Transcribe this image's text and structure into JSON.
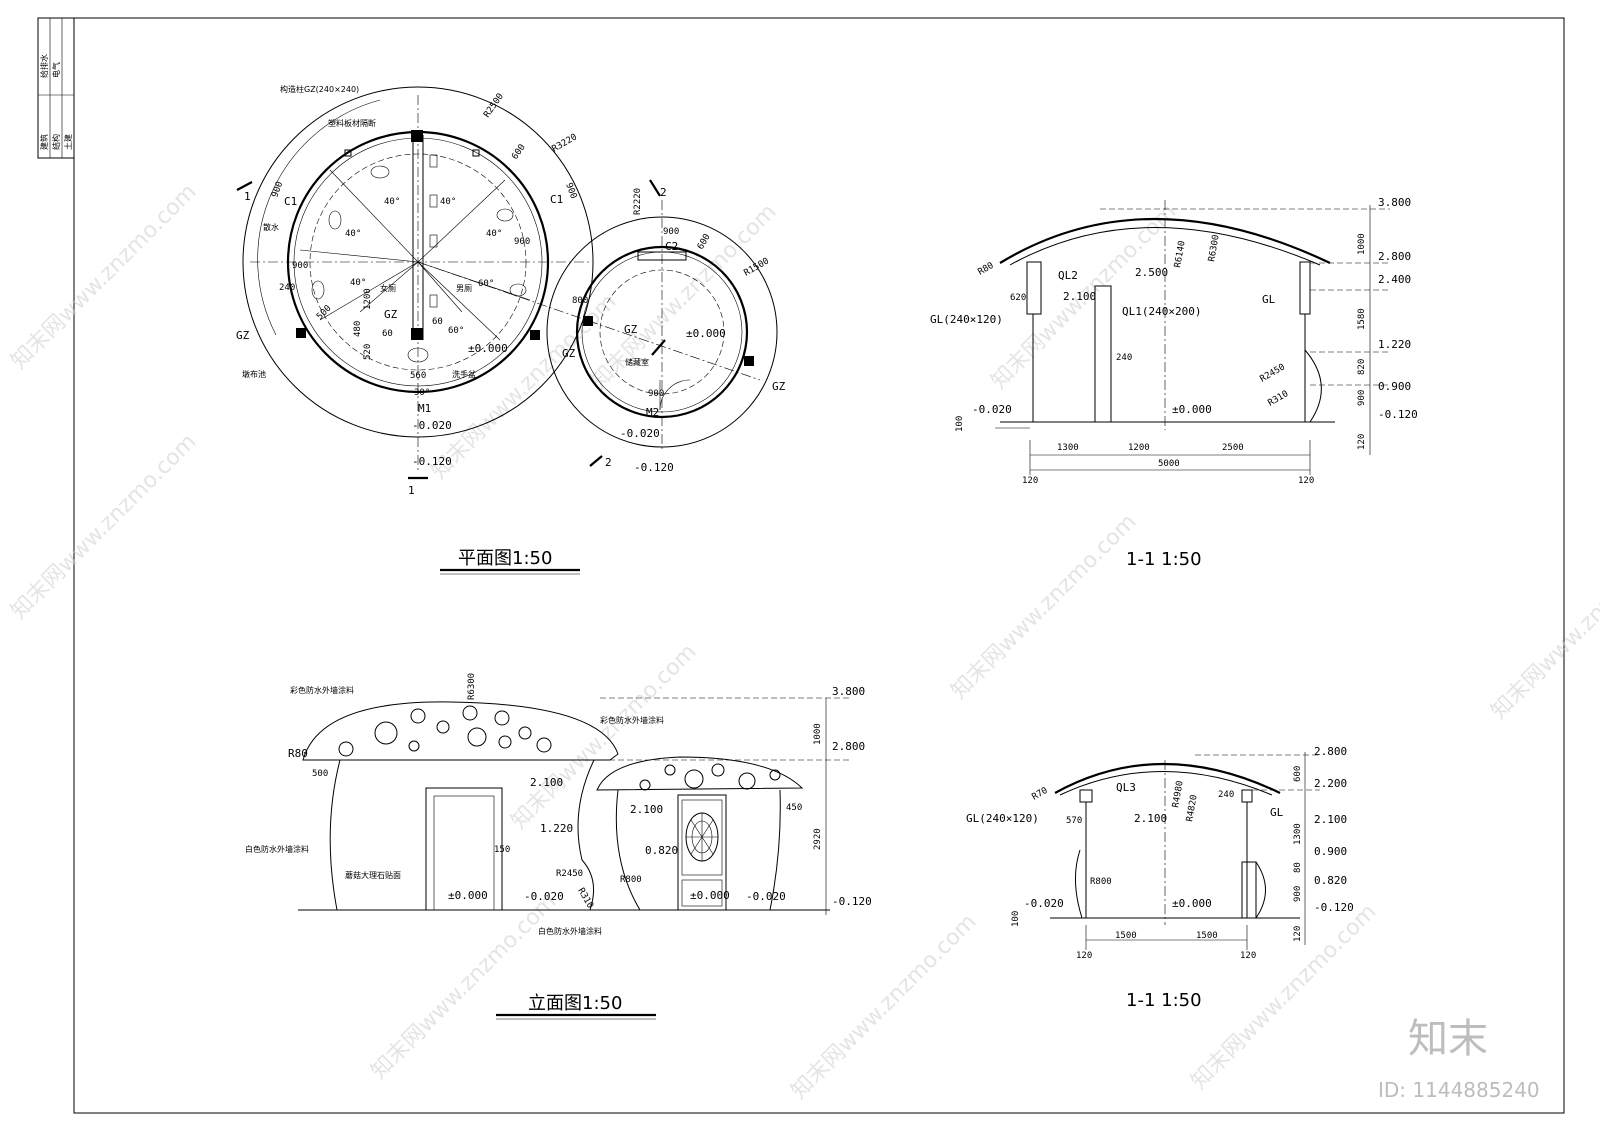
{
  "sheet": {
    "titleblock": [
      "给排水",
      "电气",
      "建筑",
      "结构",
      "土建"
    ],
    "watermark": "知末网www.znzmo.com",
    "logo": "知末",
    "id_label": "ID: 1144885240"
  },
  "plan": {
    "title": "平面图1:50",
    "labels": {
      "gz_col": "构造柱GZ(240×240)",
      "partition": "塑料板材隔断",
      "r2500": "R2500",
      "r3220": "R3220",
      "r2220": "R2220",
      "r1500": "R1500",
      "d600a": "600",
      "d600b": "600",
      "d900a": "900",
      "d900b": "900",
      "d900c": "900",
      "d900d": "900",
      "d900e": "900",
      "d900f": "900",
      "d240": "240",
      "d500": "500",
      "d1200": "1200",
      "d480": "480",
      "d520": "520",
      "d560": "560",
      "d60a": "60",
      "d60b": "60",
      "d800": "800",
      "c1a": "C1",
      "c1b": "C1",
      "c2": "C2",
      "m1": "M1",
      "m2": "M2",
      "ang40a": "40°",
      "ang40b": "40°",
      "ang40c": "40°",
      "ang40d": "40°",
      "ang40e": "40°",
      "ang60a": "60°",
      "ang60b": "60°",
      "ang30": "30°",
      "gz1": "GZ",
      "gz2": "GZ",
      "gz3": "GZ",
      "gz4": "GZ",
      "gz5": "GZ",
      "female": "女厕",
      "male": "男厕",
      "sewage": "散水",
      "mop": "墩布池",
      "basin": "洗手盆",
      "storage": "储藏室",
      "e000a": "±0.000",
      "e000b": "±0.000",
      "e020a": "-0.020",
      "e020b": "-0.020",
      "e120a": "-0.120",
      "e120b": "-0.120",
      "cut1a": "1",
      "cut1b": "1",
      "cut2a": "2",
      "cut2b": "2"
    }
  },
  "section1": {
    "title": "1-1 1:50",
    "labels": {
      "e3800": "3.800",
      "e2800": "2.800",
      "e2400": "2.400",
      "e1220": "1.220",
      "e0900": "0.900",
      "e0120": "-0.120",
      "e2500": "2.500",
      "e2100": "2.100",
      "e0000": "±0.000",
      "e0020": "-0.020",
      "r80": "R80",
      "r6140": "R6140",
      "r6300": "R6300",
      "r2450": "R2450",
      "r310": "R310",
      "ql2": "QL2",
      "ql1": "QL1(240×200)",
      "gl1": "GL(240×120)",
      "gl2": "GL",
      "d620": "620",
      "d240": "240",
      "d1000": "1000",
      "d1580": "1580",
      "d820": "820",
      "d900": "900",
      "d120a": "120",
      "d100": "100",
      "d1300": "1300",
      "d1200": "1200",
      "d2500": "2500",
      "d5000": "5000",
      "d120b": "120",
      "d120c": "120"
    }
  },
  "elevation": {
    "title": "立面图1:50",
    "labels": {
      "r6300": "R6300",
      "paint1": "彩色防水外墙涂料",
      "paint2": "彩色防水外墙涂料",
      "white1": "白色防水外墙涂料",
      "white2": "白色防水外墙涂料",
      "stone": "蘑菇大理石贴面",
      "r80": "R80",
      "d500": "500",
      "d450": "450",
      "d150": "150",
      "d1000": "1000",
      "d2920": "2920",
      "e3800": "3.800",
      "e2800": "2.800",
      "e2100a": "2.100",
      "e2100b": "2.100",
      "e1220": "1.220",
      "e0820": "0.820",
      "e0000a": "±0.000",
      "e0000b": "±0.000",
      "e0020a": "-0.020",
      "e0020b": "-0.020",
      "e0120": "-0.120",
      "r2450": "R2450",
      "r310": "R310",
      "r800": "R800"
    }
  },
  "section2": {
    "title": "1-1 1:50",
    "labels": {
      "e2800": "2.800",
      "e2200": "2.200",
      "e2100a": "2.100",
      "e2100b": "2.100",
      "e0900": "0.900",
      "e0820": "0.820",
      "e0120": "-0.120",
      "e0000": "±0.000",
      "e0020": "-0.020",
      "r70": "R70",
      "ql3": "QL3",
      "r4980": "R4980",
      "r4820": "R4820",
      "d240": "240",
      "gl1": "GL(240×120)",
      "gl2": "GL",
      "d570": "570",
      "r800": "R800",
      "d600": "600",
      "d1300": "1300",
      "d80": "80",
      "d900": "900",
      "d120a": "120",
      "d100": "100",
      "d1500a": "1500",
      "d1500b": "1500",
      "d120b": "120",
      "d120c": "120"
    }
  }
}
